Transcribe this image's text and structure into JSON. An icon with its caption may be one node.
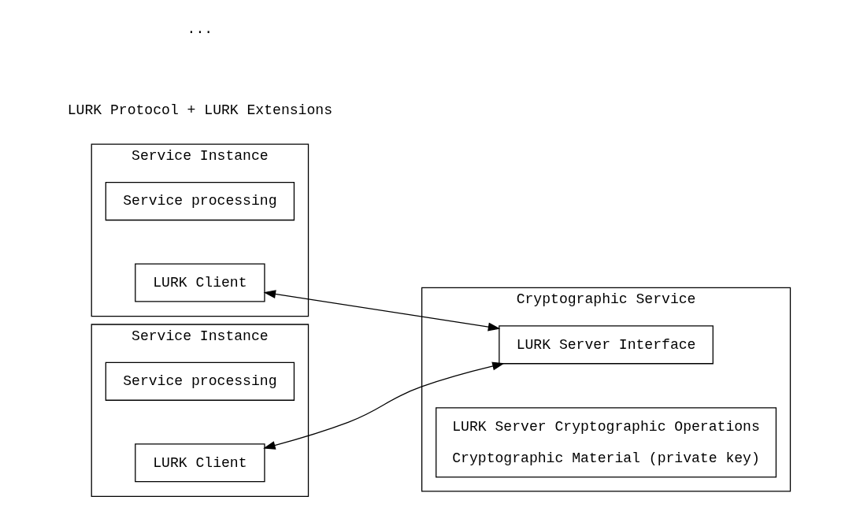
{
  "diagram": {
    "nodes": [
      {
        "text": [
          "Service Instance"
        ]
      },
      {
        "text": [
          "Service processing"
        ],
        "in": 0
      },
      {
        "text": [
          "LURK Client"
        ],
        "in": 0
      },
      {
        "text": [
          "Cryptographic Service"
        ]
      },
      {
        "text": [
          "LURK Server Interface"
        ],
        "in": 3
      },
      {
        "text": [
          "LURK Server Cryptographic Operations",
          "Cryptographic Material (private key)"
        ],
        "in": 3
      },
      {
        "text": [
          "Service Instance"
        ]
      },
      {
        "text": [
          "Service processing"
        ],
        "in": 6
      },
      {
        "text": [
          "LURK Client"
        ],
        "in": 6
      }
    ],
    "edges": [
      {
        "from": 2,
        "to": 4,
        "arrow": "both"
      },
      {
        "from": 8,
        "to": 4,
        "arrow": "both"
      }
    ],
    "labels": [
      "LURK Protocol + LURK Extensions",
      "..."
    ]
  }
}
